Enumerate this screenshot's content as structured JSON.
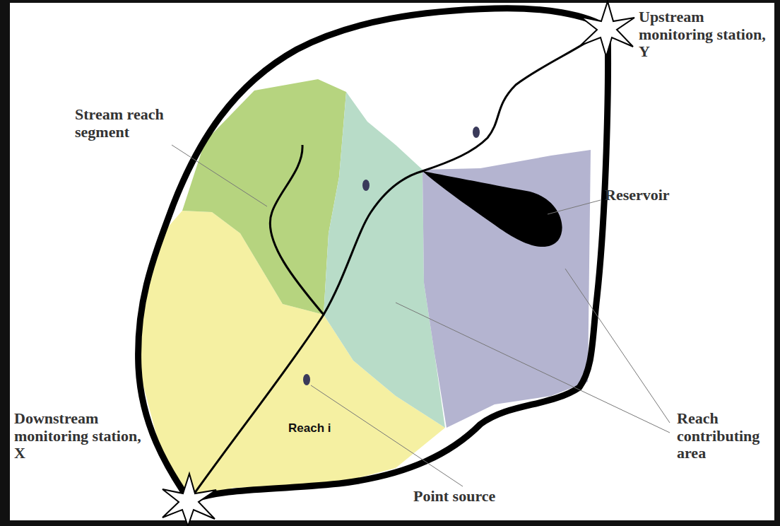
{
  "diagram": {
    "labels": [
      "Upstream monitoring station, Y",
      "Stream reach segment",
      "Reservoir",
      "Reach i",
      "Reach contributing area",
      "Downstream monitoring station, X",
      "Point source"
    ]
  }
}
